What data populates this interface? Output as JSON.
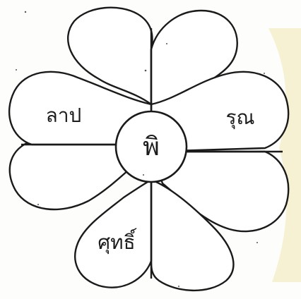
{
  "diagram": {
    "center_label": "พิ",
    "petal_labels": {
      "left_upper": "ลาป",
      "right_upper": "รุณ",
      "left_lower": "ศุทธิ์"
    },
    "colors": {
      "outline": "#1a1a1a",
      "fill": "#ffffff",
      "text": "#1c1c1c",
      "watermark": "#e9d98a"
    }
  }
}
